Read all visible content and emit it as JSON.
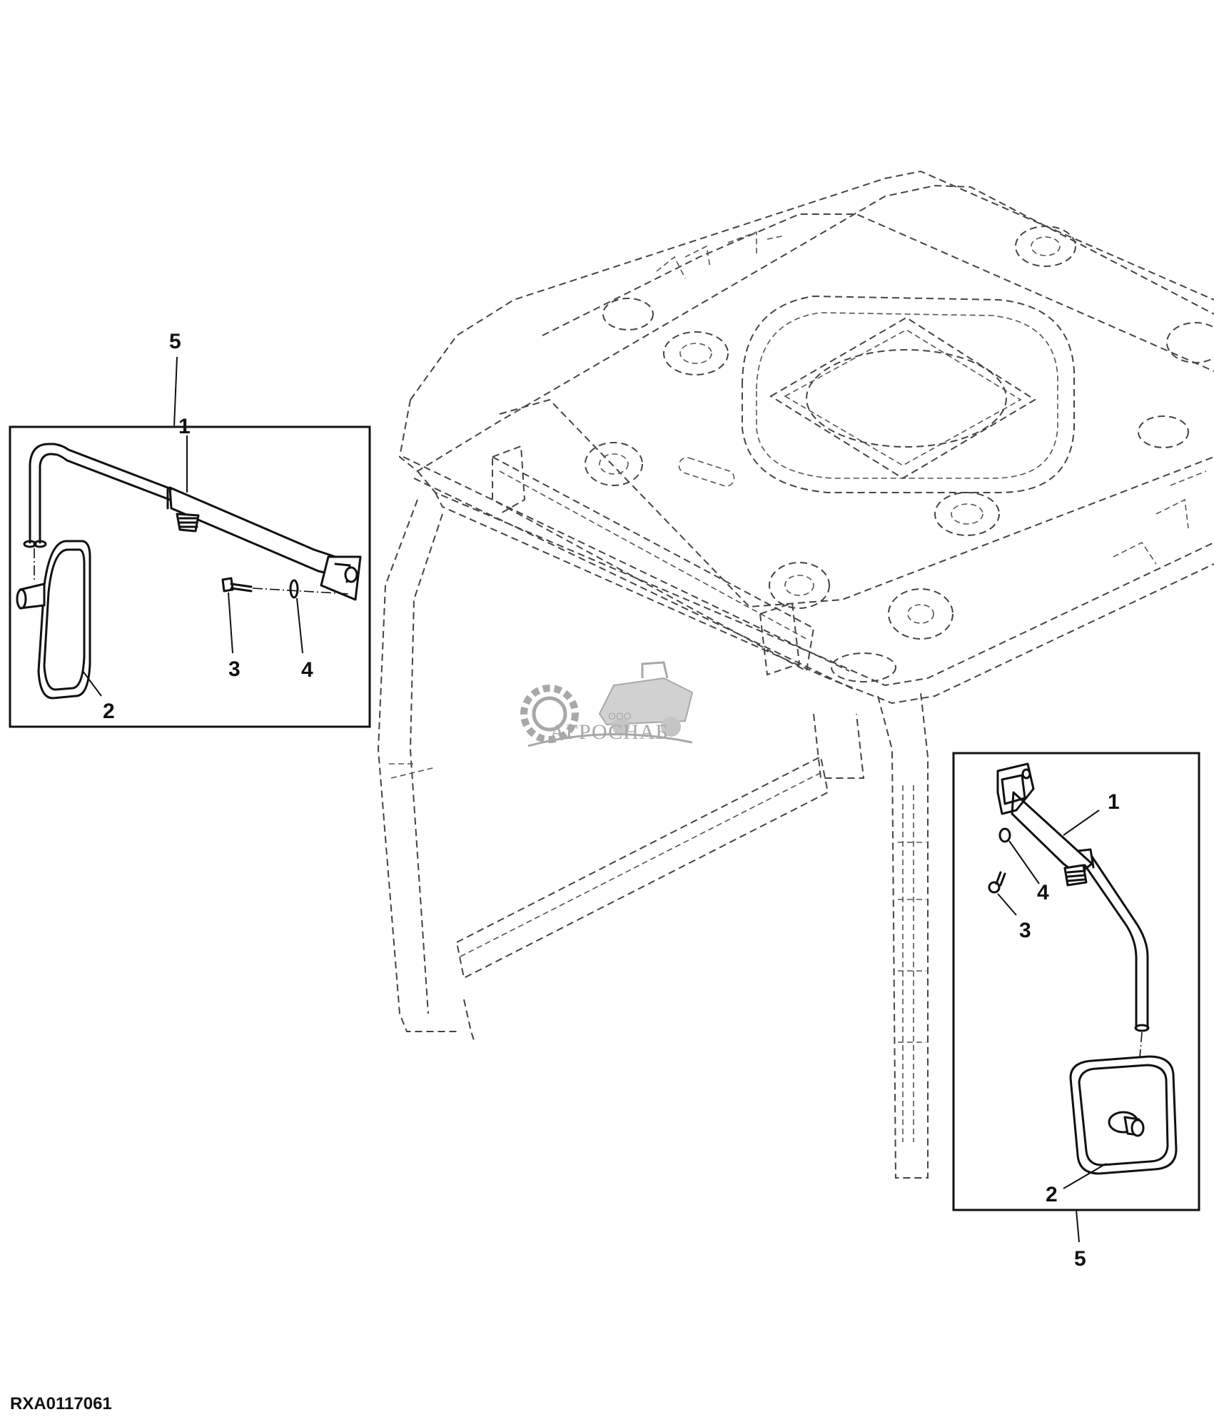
{
  "figure_id": "RXA0117061",
  "watermark": {
    "company_small": "ООО",
    "company_name": "АГРОСНАБ",
    "gear_icon": "gear-icon",
    "harvester_icon": "harvester-icon"
  },
  "left_detail": {
    "assembly_callout": "5",
    "callouts": {
      "arm": "1",
      "mirror": "2",
      "screw": "3",
      "washer": "4"
    }
  },
  "right_detail": {
    "assembly_callout": "5",
    "callouts": {
      "arm": "1",
      "mirror": "2",
      "screw": "3",
      "washer": "4"
    }
  },
  "colors": {
    "ink": "#111111",
    "ghost_line": "#444444",
    "watermark": "#9a9a9a",
    "background": "#ffffff"
  }
}
